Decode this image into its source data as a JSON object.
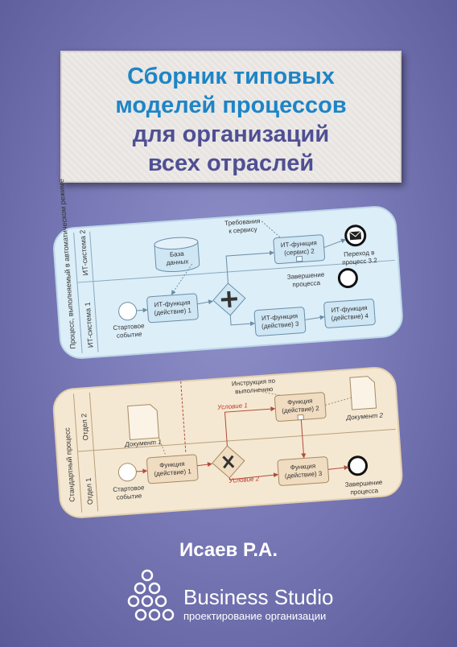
{
  "title": {
    "line1": "Сборник типовых",
    "line2": "моделей процессов",
    "line3": "для организаций",
    "line4": "всех отраслей"
  },
  "diagram1": {
    "pool": "Процесс, выполняемый в автоматическом режиме",
    "lane_top": "ИТ-система 2",
    "lane_bottom": "ИТ-система 1",
    "db": [
      "База",
      "данных"
    ],
    "requirements": [
      "Требования",
      "к сервису"
    ],
    "service_task": [
      "ИТ-функция",
      "(сервис) 2"
    ],
    "transition": [
      "Переход в",
      "процесс 3.2"
    ],
    "completion": [
      "Завершение",
      "процесса"
    ],
    "start": [
      "Стартовое",
      "событие"
    ],
    "task1": [
      "ИТ-функция",
      "(действие) 1"
    ],
    "task3": [
      "ИТ-функция",
      "(действие) 3"
    ],
    "task4": [
      "ИТ-функция",
      "(действие) 4"
    ]
  },
  "diagram2": {
    "pool": "Стандартный процесс",
    "lane_top": "Отдел 2",
    "lane_bottom": "Отдел 1",
    "instruction": [
      "Инструкция по",
      "выполнению"
    ],
    "condition1": "Условие 1",
    "condition2": "Условие 2",
    "doc1": "Документ 1",
    "doc2": "Документ 2",
    "task2": [
      "Функция",
      "(действие) 2"
    ],
    "task1": [
      "Функция",
      "(действие) 1"
    ],
    "task3": [
      "Функция",
      "(действие) 3"
    ],
    "start": [
      "Стартовое",
      "событие"
    ],
    "completion": [
      "Завершение",
      "процесса"
    ]
  },
  "author": "Исаев Р.А.",
  "brand": {
    "name": "Business Studio",
    "tagline": "проектирование организации"
  },
  "colors": {
    "background": "#7a7ab8",
    "title_blue": "#1d85c6",
    "title_purple": "#4f4f93",
    "diagram1_bg": "#dceef8",
    "diagram2_bg": "#f5e8d2",
    "condition_red": "#c0392b"
  }
}
